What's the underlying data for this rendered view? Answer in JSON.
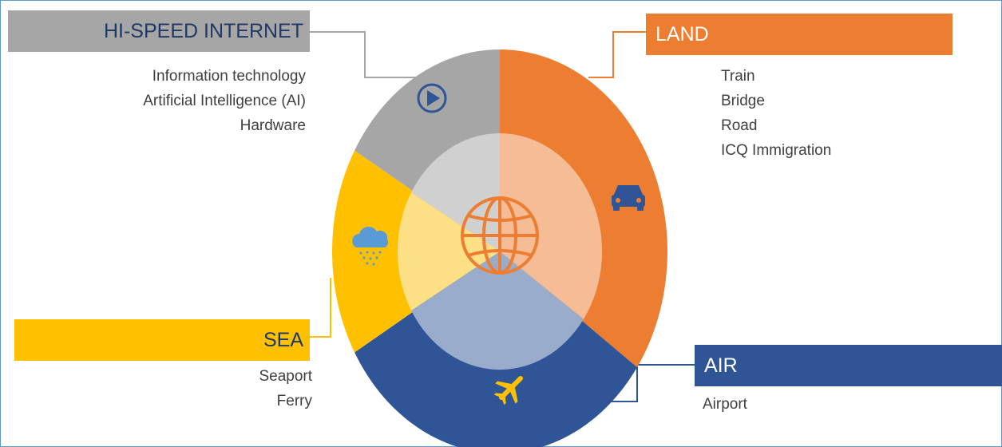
{
  "categories": {
    "internet": {
      "title": "HI-SPEED INTERNET",
      "items": [
        "Information technology",
        "Artificial Intelligence (AI)",
        "Hardware"
      ],
      "color": "#a6a6a6",
      "icon": "play-circle-icon"
    },
    "land": {
      "title": "LAND",
      "items": [
        "Train",
        "Bridge",
        "Road",
        "ICQ Immigration"
      ],
      "color": "#ed7d31",
      "icon": "car-icon"
    },
    "sea": {
      "title": "SEA",
      "items": [
        "Seaport",
        "Ferry"
      ],
      "color": "#ffc000",
      "icon": "rain-cloud-icon"
    },
    "air": {
      "title": "AIR",
      "items": [
        "Airport"
      ],
      "color": "#2f5597",
      "icon": "airplane-icon"
    }
  },
  "center_icon": "globe-icon",
  "center_color": "#ed7d31",
  "text_color": "#404040",
  "title_color": "#203864"
}
